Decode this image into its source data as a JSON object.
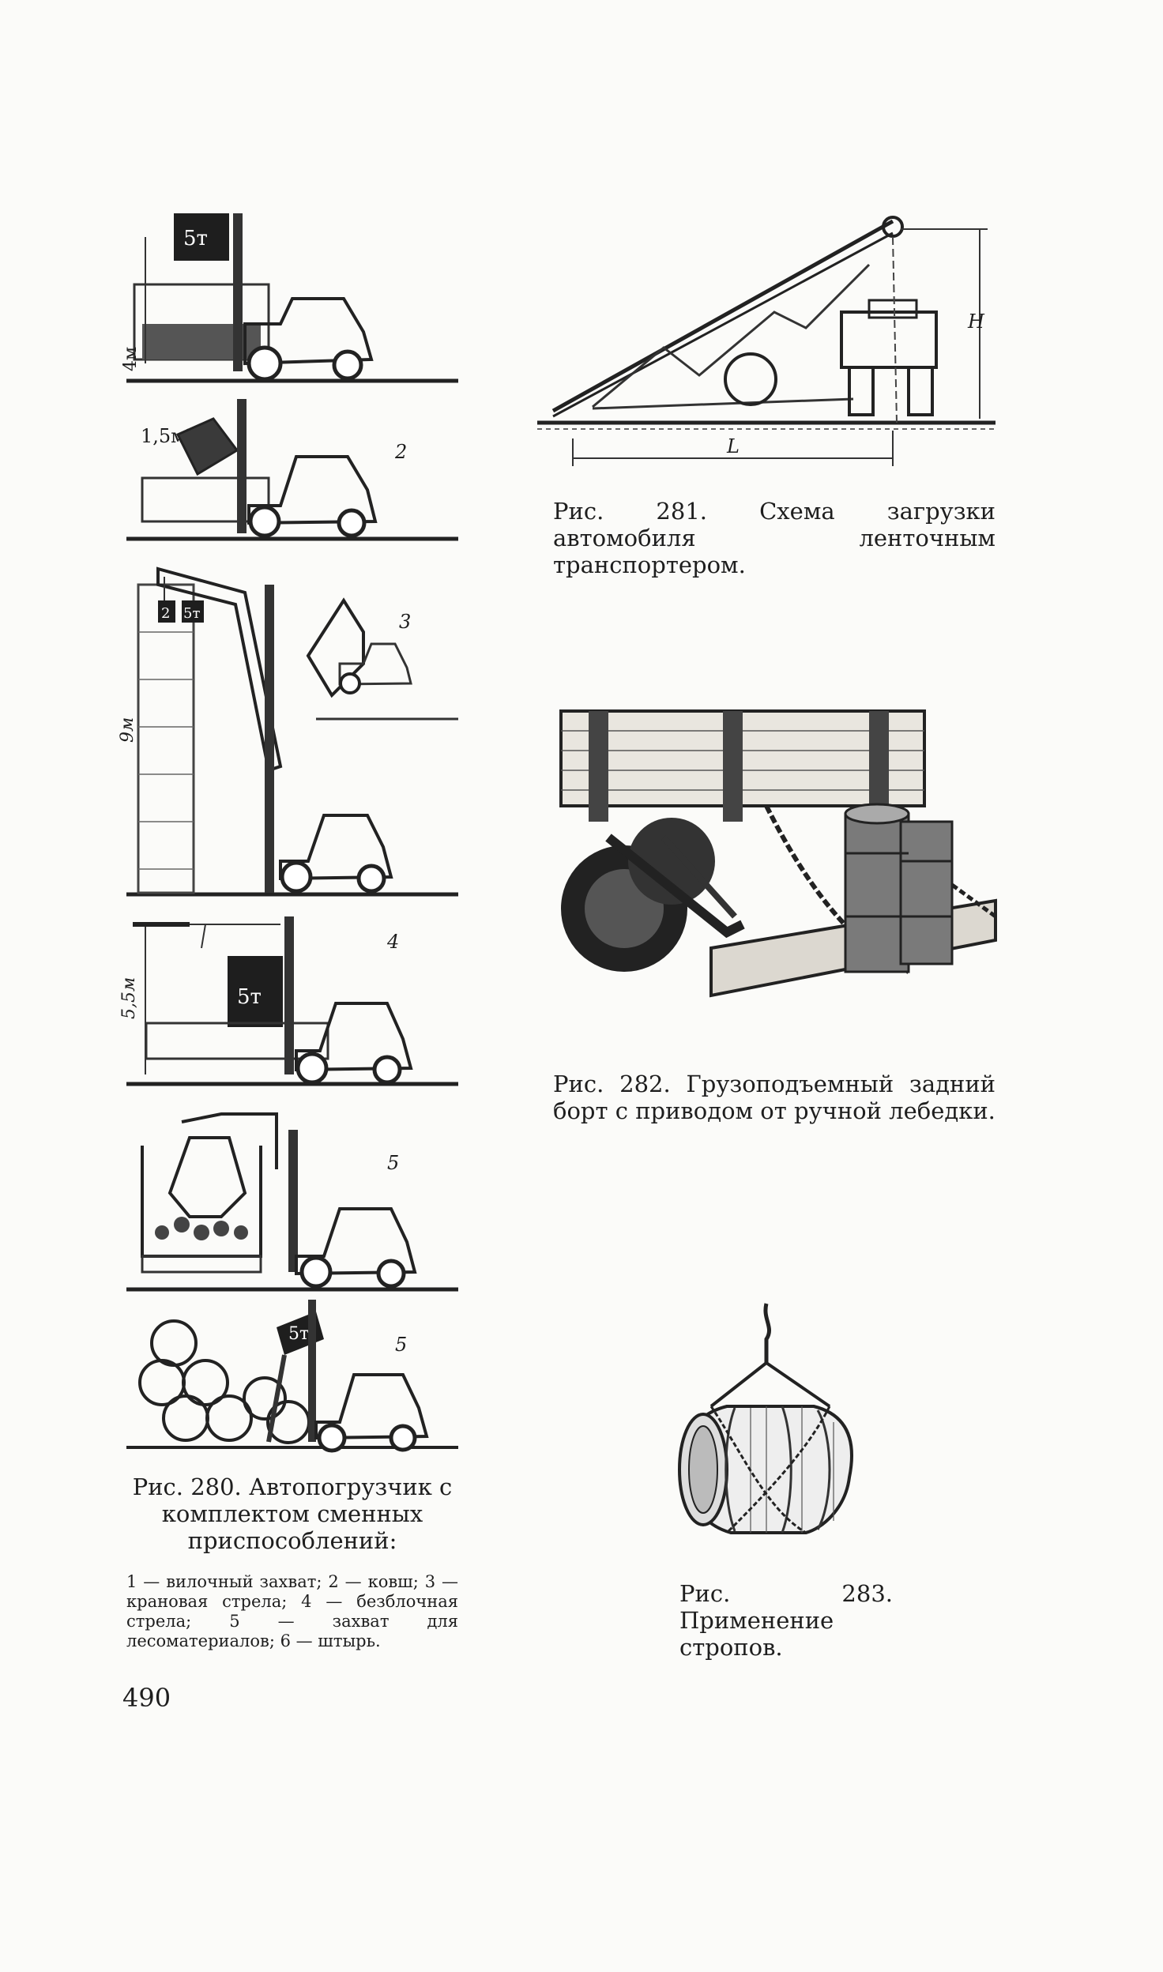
{
  "page": {
    "page_number": "490"
  },
  "fig280": {
    "caption_title": "Рис. 280. Автопогрузчик с комплектом сменных приспособлений:",
    "caption_legend": "1 — вилочный захват; 2 — ковш; 3 — крановая стрела; 4 — безблочная стрела; 5 — захват для лесоматериалов; 6 — штырь.",
    "panels": [
      {
        "number": "",
        "height_label": "4м",
        "load_label": "5т"
      },
      {
        "number": "2",
        "volume_label": "1,5м³"
      },
      {
        "number": "3",
        "height_label": "9м",
        "load_labels": [
          "2",
          "5т"
        ]
      },
      {
        "number": "4",
        "height_label": "5,5м",
        "load_label": "5т"
      },
      {
        "number": "5"
      },
      {
        "number": "5",
        "load_label": "5т"
      }
    ]
  },
  "fig281": {
    "caption": "Рис. 281. Схема загрузки автомобиля ленточным транспортером.",
    "dim_length": "L",
    "dim_height": "H"
  },
  "fig282": {
    "caption": "Рис. 282. Грузоподъемный задний борт с приводом от ручной лебедки."
  },
  "fig283": {
    "caption": "Рис. 283. Применение стропов."
  }
}
